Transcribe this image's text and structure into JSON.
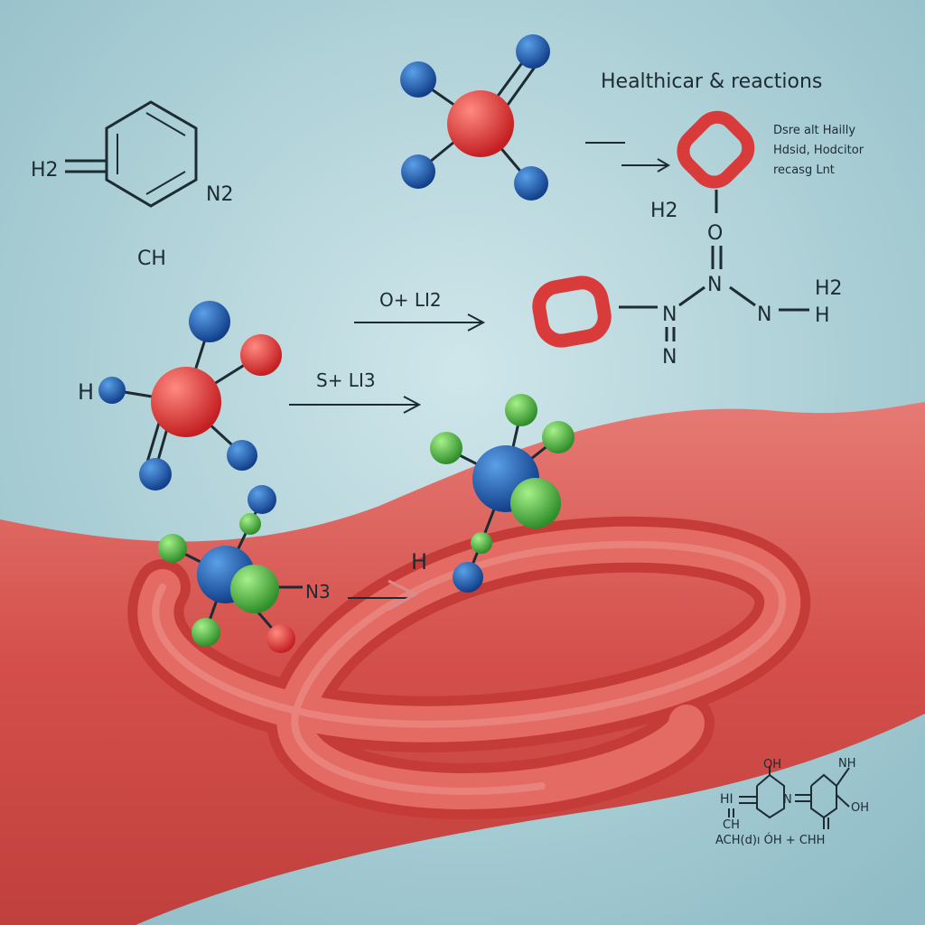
{
  "title": "Healthicar & reactions",
  "note_lines": [
    "Dsre alt Hailly",
    "Hdsid, Hodcitor",
    "recasg Lnt"
  ],
  "benzene_labels": {
    "left": "H2",
    "right": "N2",
    "below": "CH"
  },
  "reaction_1": "O+ LI2",
  "reaction_2": "S+ LI3",
  "molecule_left_label": "H",
  "molecule_bottom_label": "N3",
  "center_label": "H",
  "right_structure": {
    "top_h": "H2",
    "o": "O",
    "n_top": "N",
    "n_left": "N",
    "n_right": "N",
    "n_bottom": "N",
    "h2": "H2",
    "h": "H"
  },
  "bottom_structure": {
    "hi": "HI",
    "oh_top": "OH",
    "n_mid": "N",
    "nh": "NH",
    "oh_right": "OH",
    "ch": "CH",
    "formula": "ACH(d)ı  ÓH  +  CHH"
  },
  "colors": {
    "background": "#b9d7dd",
    "vessel": "#d9534f",
    "atom_red": "#e03a3a",
    "atom_blue": "#1f5fae",
    "atom_green": "#4fb548"
  }
}
